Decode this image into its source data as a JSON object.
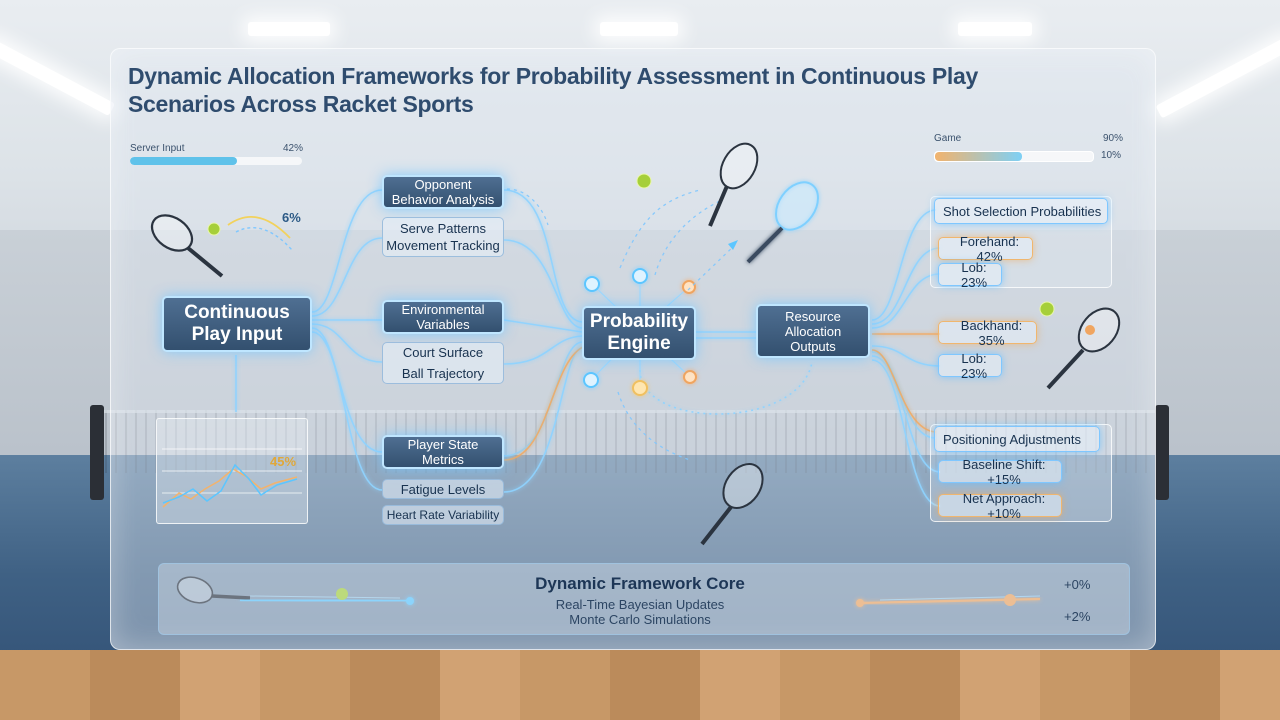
{
  "title": "Dynamic Allocation Frameworks for Probability Assessment in Continuous Play Scenarios Across Racket Sports",
  "top_left_meter": {
    "label": "Server Input",
    "value_text": "42%",
    "fill": 0.62,
    "color": "#5fc2ea"
  },
  "top_right_meter": {
    "label": "Game",
    "value_text": "10%",
    "top_value_text": "90%",
    "fill": 0.55,
    "color_start": "#f2b36d",
    "color_end": "#7ed0f5"
  },
  "racket_annotation": "6%",
  "trend_chart": {
    "label": "45%"
  },
  "nodes": {
    "input": "Continuous Play Input",
    "opponent": "Opponent Behavior Analysis",
    "opponent_details": [
      "Serve Patterns",
      "Movement Tracking"
    ],
    "environment": "Environmental Variables",
    "environment_details": [
      "Court Surface",
      "Ball Trajectory"
    ],
    "player": "Player State Metrics",
    "player_details": [
      "Fatigue Levels",
      "Heart Rate Variability"
    ],
    "engine": "Probability Engine",
    "outputs": "Resource Allocation Outputs"
  },
  "shot_selection": {
    "header": "Shot Selection Probabilities",
    "items": [
      "Forehand: 42%",
      "Lob: 23%",
      "Backhand: 35%",
      "Lob: 23%"
    ]
  },
  "positioning": {
    "header": "Positioning Adjustments",
    "items": [
      "Baseline Shift: +15%",
      "Net Approach: +10%"
    ]
  },
  "core": {
    "title": "Dynamic Framework Core",
    "lines": [
      "Real-Time Bayesian Updates",
      "Monte Carlo Simulations"
    ],
    "right_values": [
      "+0%",
      "+2%"
    ]
  },
  "colors": {
    "accent_blue": "#6cc6f5",
    "accent_orange": "#f0a560",
    "node_dark": "#3d5c7e",
    "title": "#2f4c6e"
  }
}
